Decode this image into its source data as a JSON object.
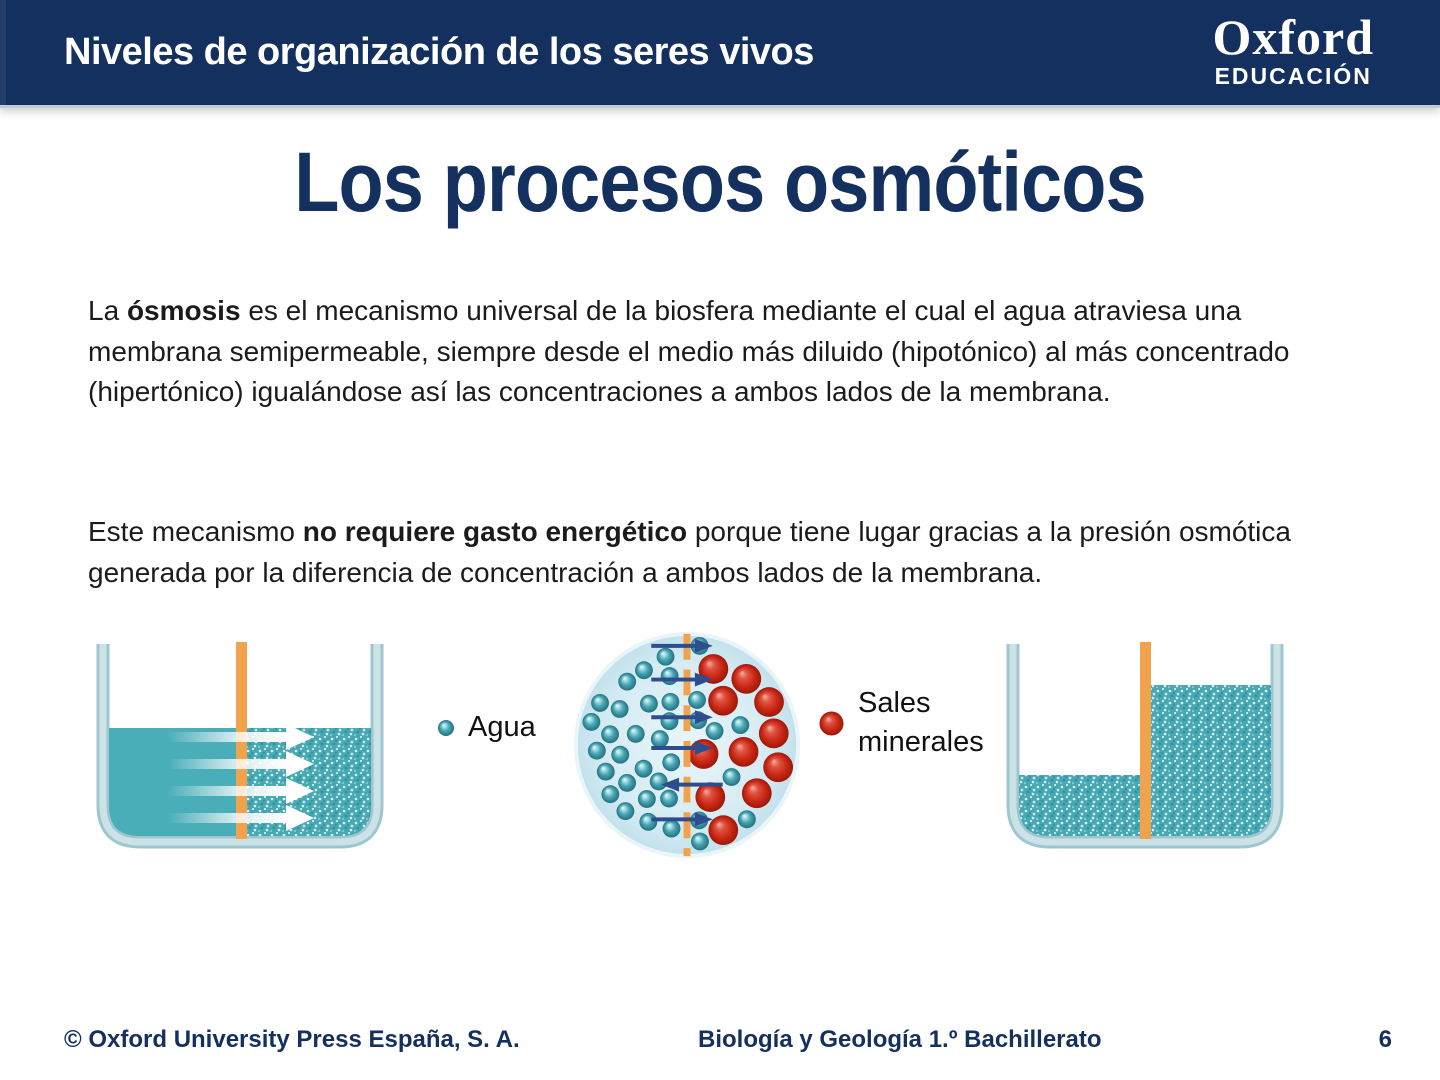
{
  "header": {
    "title": "Niveles de organización de los seres vivos",
    "brand": {
      "line1": "Oxford",
      "line2": "EDUCACIÓN"
    }
  },
  "title": "Los procesos osmóticos",
  "body": {
    "p1_pre": "La ",
    "p1_bold": "ósmosis",
    "p1_post": " es el mecanismo  universal de la biosfera mediante el cual el agua atraviesa una membrana  semipermeable, siempre desde el medio más diluido (hipotónico) al más concentrado (hipertónico) igualándose así las concentraciones a ambos lados de la membrana.",
    "p2_pre": "Este mecanismo ",
    "p2_bold": "no requiere gasto energético",
    "p2_post": " porque tiene lugar gracias a la presión osmótica generada por la diferencia de concentración a ambos lados de la membrana."
  },
  "diagram": {
    "legend_water": "Agua",
    "legend_salts": "Sales minerales"
  },
  "footer": {
    "copyright": "© Oxford University Press España, S. A.",
    "book": "Biología y Geología 1.º Bachillerato",
    "page": "6"
  },
  "colors": {
    "navy": "#14305e",
    "teal_liquid": "#4aaeb9",
    "membrane_orange": "#f0a24c",
    "salt_red": "#c6281e",
    "glass_blue": "#b9d8de",
    "microview_bg": "#cfe8f1",
    "arrow_navy": "#2e4d8e"
  }
}
